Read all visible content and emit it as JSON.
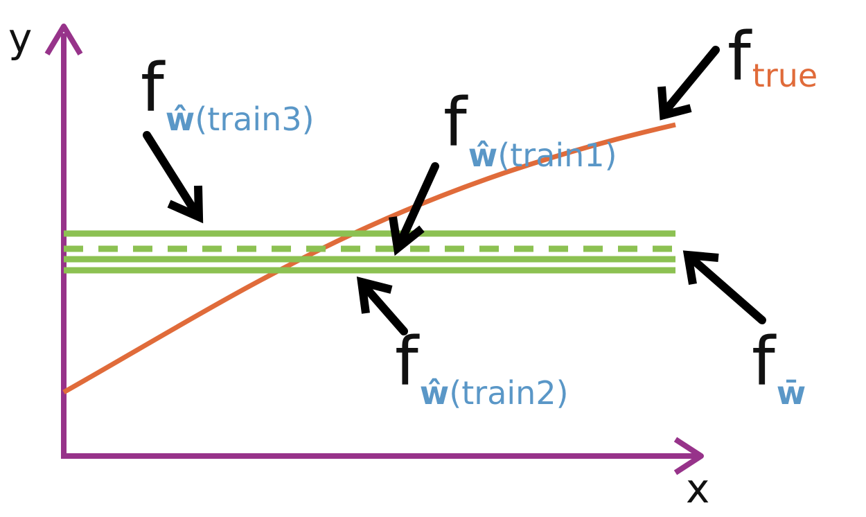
{
  "axes": {
    "x_label": "x",
    "y_label": "y",
    "color": "#97338a"
  },
  "colors": {
    "true_curve": "#e06b3a",
    "fits": "#8cc152",
    "labels_text": "#111111",
    "subscript": "#5a97c7",
    "arrows": "#000000"
  },
  "labels": {
    "f_true": {
      "main": "f",
      "sub": "true"
    },
    "f_train1": {
      "main": "f",
      "sub_bold": "ŵ",
      "sub": "(train1)"
    },
    "f_train2": {
      "main": "f",
      "sub_bold": "ŵ",
      "sub": "(train2)"
    },
    "f_train3": {
      "main": "f",
      "sub_bold": "ŵ",
      "sub": "(train3)"
    },
    "f_wbar": {
      "main": "f",
      "sub_bold": "w̄"
    }
  }
}
